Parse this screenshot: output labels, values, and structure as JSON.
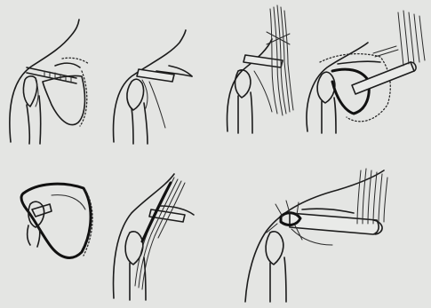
{
  "figure": {
    "panels": [
      {
        "id": "step-1"
      },
      {
        "id": "step-2"
      },
      {
        "id": "step-3"
      },
      {
        "id": "step-4"
      },
      {
        "id": "step-5"
      },
      {
        "id": "step-6"
      },
      {
        "id": "step-7"
      }
    ]
  },
  "colors": {
    "background": "#e4e5e3",
    "ink": "#1c1c1c"
  }
}
